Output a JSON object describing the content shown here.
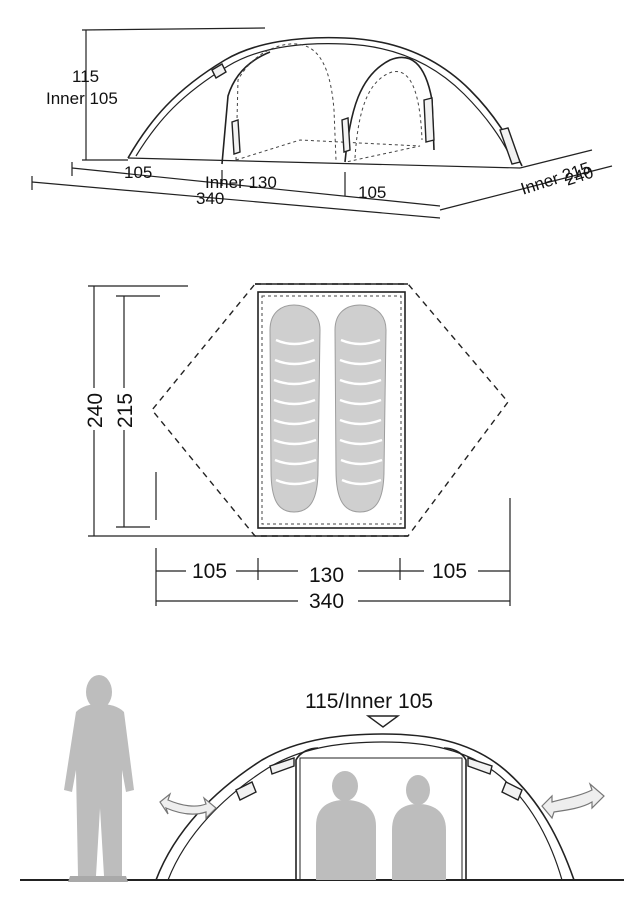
{
  "perspective_view": {
    "height_label": "115",
    "inner_height_label": "Inner 105",
    "left_vestibule_label": "105",
    "inner_length_label": "Inner 130",
    "right_vestibule_label": "105",
    "total_length_label": "340",
    "inner_width_label": "Inner 215",
    "total_width_label": "240"
  },
  "floor_plan": {
    "total_width_label": "240",
    "inner_width_label": "215",
    "left_vestibule_label": "105",
    "inner_length_label": "130",
    "right_vestibule_label": "105",
    "total_length_label": "340",
    "sleeping_bags": 2
  },
  "side_view": {
    "height_label": "115/Inner 105",
    "standing_person_icon": "person-standing-icon",
    "seated_people_icon": "people-seated-icon",
    "arrow_icon": "double-arrow-icon"
  },
  "colors": {
    "line": "#222222",
    "silhouette": "#bdbdbd",
    "background": "#ffffff"
  }
}
